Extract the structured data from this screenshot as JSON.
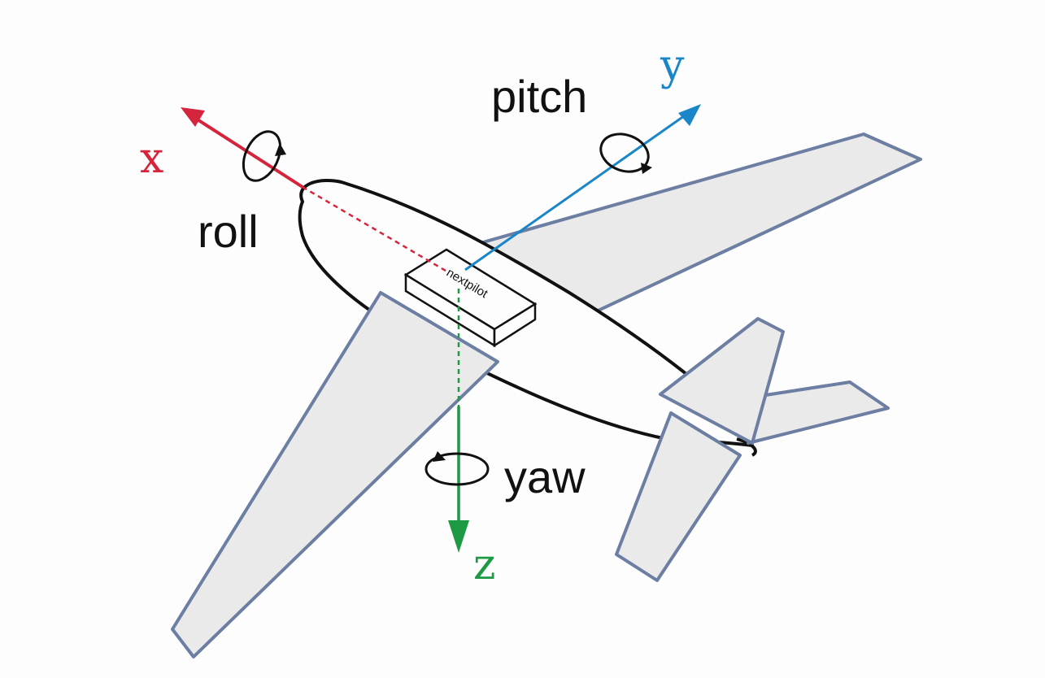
{
  "axes": {
    "x": {
      "letter": "x",
      "rotation": "roll",
      "color": "#d5253d"
    },
    "y": {
      "letter": "y",
      "rotation": "pitch",
      "color": "#1a86c8"
    },
    "z": {
      "letter": "z",
      "rotation": "yaw",
      "color": "#1e9a45"
    }
  },
  "sensor_label": "nextpilot",
  "colors": {
    "wing_fill": "#eaeaea",
    "wing_stroke": "#6c7ea2",
    "fuselage_stroke": "#111111",
    "background": "#fdfdfd"
  }
}
